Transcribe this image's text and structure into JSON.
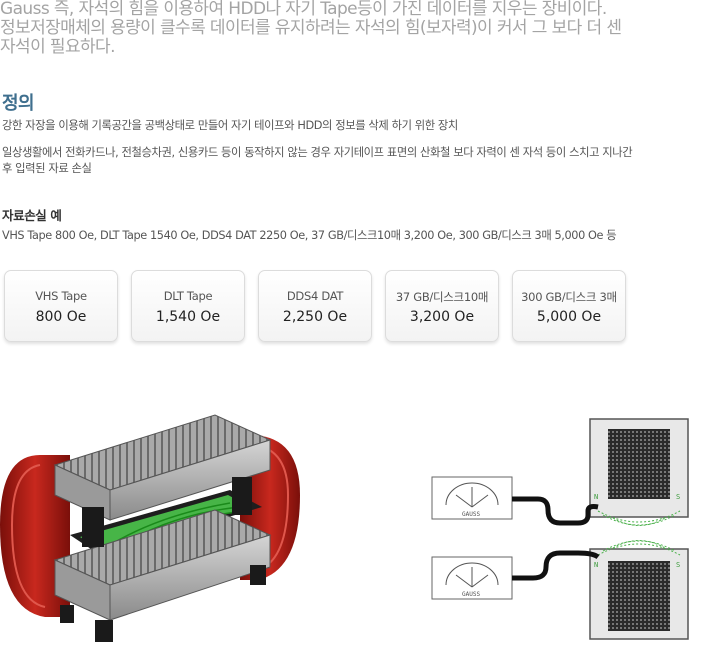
{
  "intro": {
    "line1": "Gauss 즉, 자석의 힘을 이용하여 HDD나 자기 Tape등이 가진 데이터를 지우는 장비이다.",
    "line2": "정보저장매체의 용량이 클수록 데이터를 유지하려는 자석의 힘(보자력)이 커서 그 보다 더 센",
    "line3": "자석이 필요하다."
  },
  "definition": {
    "heading": "정의",
    "para1": "강한  자장을 이용해 기록공간을 공백상태로 만들어 자기 테이프와 HDD의 정보를 삭제 하기 위한 장치",
    "para2_line1": "일상생활에서    전화카드나, 전철승차권, 신용카드 등이 동작하지 않는 경우 자기테이프 표면의 산화철 보다  자력이 센 자석 등이 스치고 지나간",
    "para2_line2": "후 입력된 자료 손실"
  },
  "examples": {
    "heading": "자료손실 예",
    "summary": "VHS Tape 800 Oe, DLT Tape 1540 Oe, DDS4 DAT 2250 Oe, 37 GB/디스크10매 3,200 Oe,   300 GB/디스크 3매 5,000 Oe 등",
    "cards": [
      {
        "label": "VHS Tape",
        "value": "800 Oe"
      },
      {
        "label": "DLT Tape",
        "value": "1,540 Oe"
      },
      {
        "label": "DDS4 DAT",
        "value": "2,250 Oe"
      },
      {
        "label": "37 GB/디스크10매",
        "value": "3,200 Oe"
      },
      {
        "label": "300 GB/디스크 3매",
        "value": "5,000 Oe"
      }
    ]
  },
  "diagram": {
    "meter_label": "GAUSS",
    "pole_n": "N",
    "pole_s": "S"
  },
  "colors": {
    "intro_text": "#a4a4a4",
    "heading_blue": "#3f6f8e",
    "coil_red": "#b22018",
    "field_green": "#2fb52f"
  }
}
